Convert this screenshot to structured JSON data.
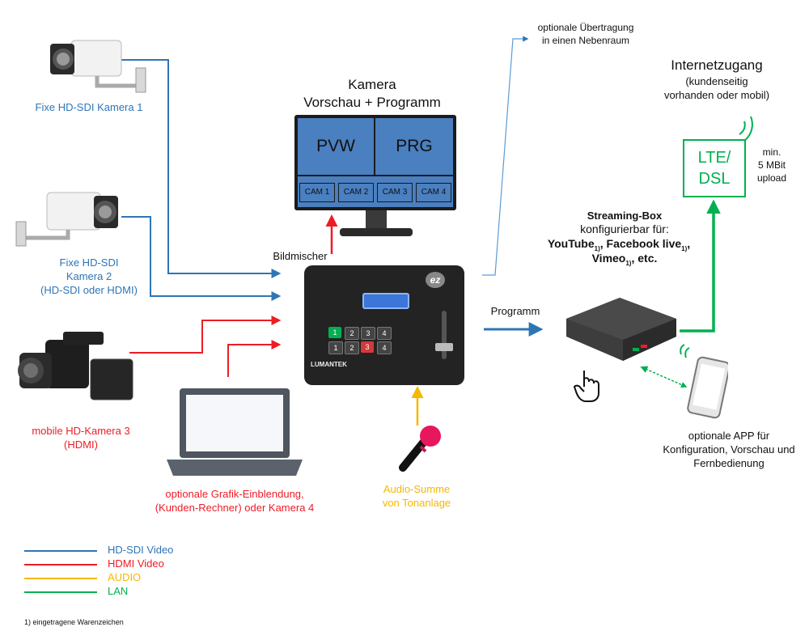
{
  "colors": {
    "hd_sdi": "#2e75b6",
    "hdmi": "#ee1c25",
    "audio": "#f5b800",
    "lan": "#00b050",
    "monitor_screen": "#4a7fc0"
  },
  "cameras": {
    "cam1_label": "Fixe HD-SDI Kamera 1",
    "cam2_label_1": "Fixe HD-SDI",
    "cam2_label_2": "Kamera 2",
    "cam2_label_3": "(HD-SDI oder HDMI)",
    "cam3_label_1": "mobile HD-Kamera 3",
    "cam3_label_2": "(HDMI)"
  },
  "laptop": {
    "label_1": "optionale Grafik-Einblendung,",
    "label_2": "(Kunden-Rechner) oder Kamera 4"
  },
  "audio": {
    "label_1": "Audio-Summe",
    "label_2": "von Tonanlage"
  },
  "monitor": {
    "title_1": "Kamera",
    "title_2": "Vorschau + Programm",
    "pvw": "PVW",
    "prg": "PRG",
    "cams": [
      "CAM 1",
      "CAM 2",
      "CAM 3",
      "CAM 4"
    ]
  },
  "mixer": {
    "label": "Bildmischer",
    "brand": "LUMANTEK",
    "logo": "ez",
    "buttons_top": [
      "1",
      "2",
      "3",
      "4"
    ],
    "buttons_bottom": [
      "1",
      "2",
      "3",
      "4"
    ]
  },
  "program": {
    "label": "Programm"
  },
  "transfer": {
    "label_1": "optionale Übertragung",
    "label_2": "in einen Nebenraum"
  },
  "streaming_box": {
    "title": "Streaming-Box",
    "subtitle": "konfigurierbar für:",
    "line_1": "YouTube",
    "line_1_sub": "1)",
    "line_1b": ", Facebook live",
    "line_1b_sub": "1)",
    "line_1c": ",",
    "line_2": "Vimeo",
    "line_2_sub": "1)",
    "line_2b": ", etc."
  },
  "internet": {
    "title": "Internetzugang",
    "sub_1": "(kundenseitig",
    "sub_2": "vorhanden oder mobil)",
    "lte_1": "LTE/",
    "lte_2": "DSL",
    "speed_1": "min.",
    "speed_2": "5 MBit",
    "speed_3": "upload"
  },
  "app": {
    "label_1": "optionale APP für",
    "label_2": "Konfiguration, Vorschau und",
    "label_3": "Fernbedienung"
  },
  "legend": [
    {
      "label": "HD-SDI Video",
      "color": "#2e75b6"
    },
    {
      "label": "HDMI Video",
      "color": "#ee1c25"
    },
    {
      "label": "AUDIO",
      "color": "#f5b800"
    },
    {
      "label": "LAN",
      "color": "#00b050"
    }
  ],
  "footnote": "1) eingetragene Warenzeichen"
}
